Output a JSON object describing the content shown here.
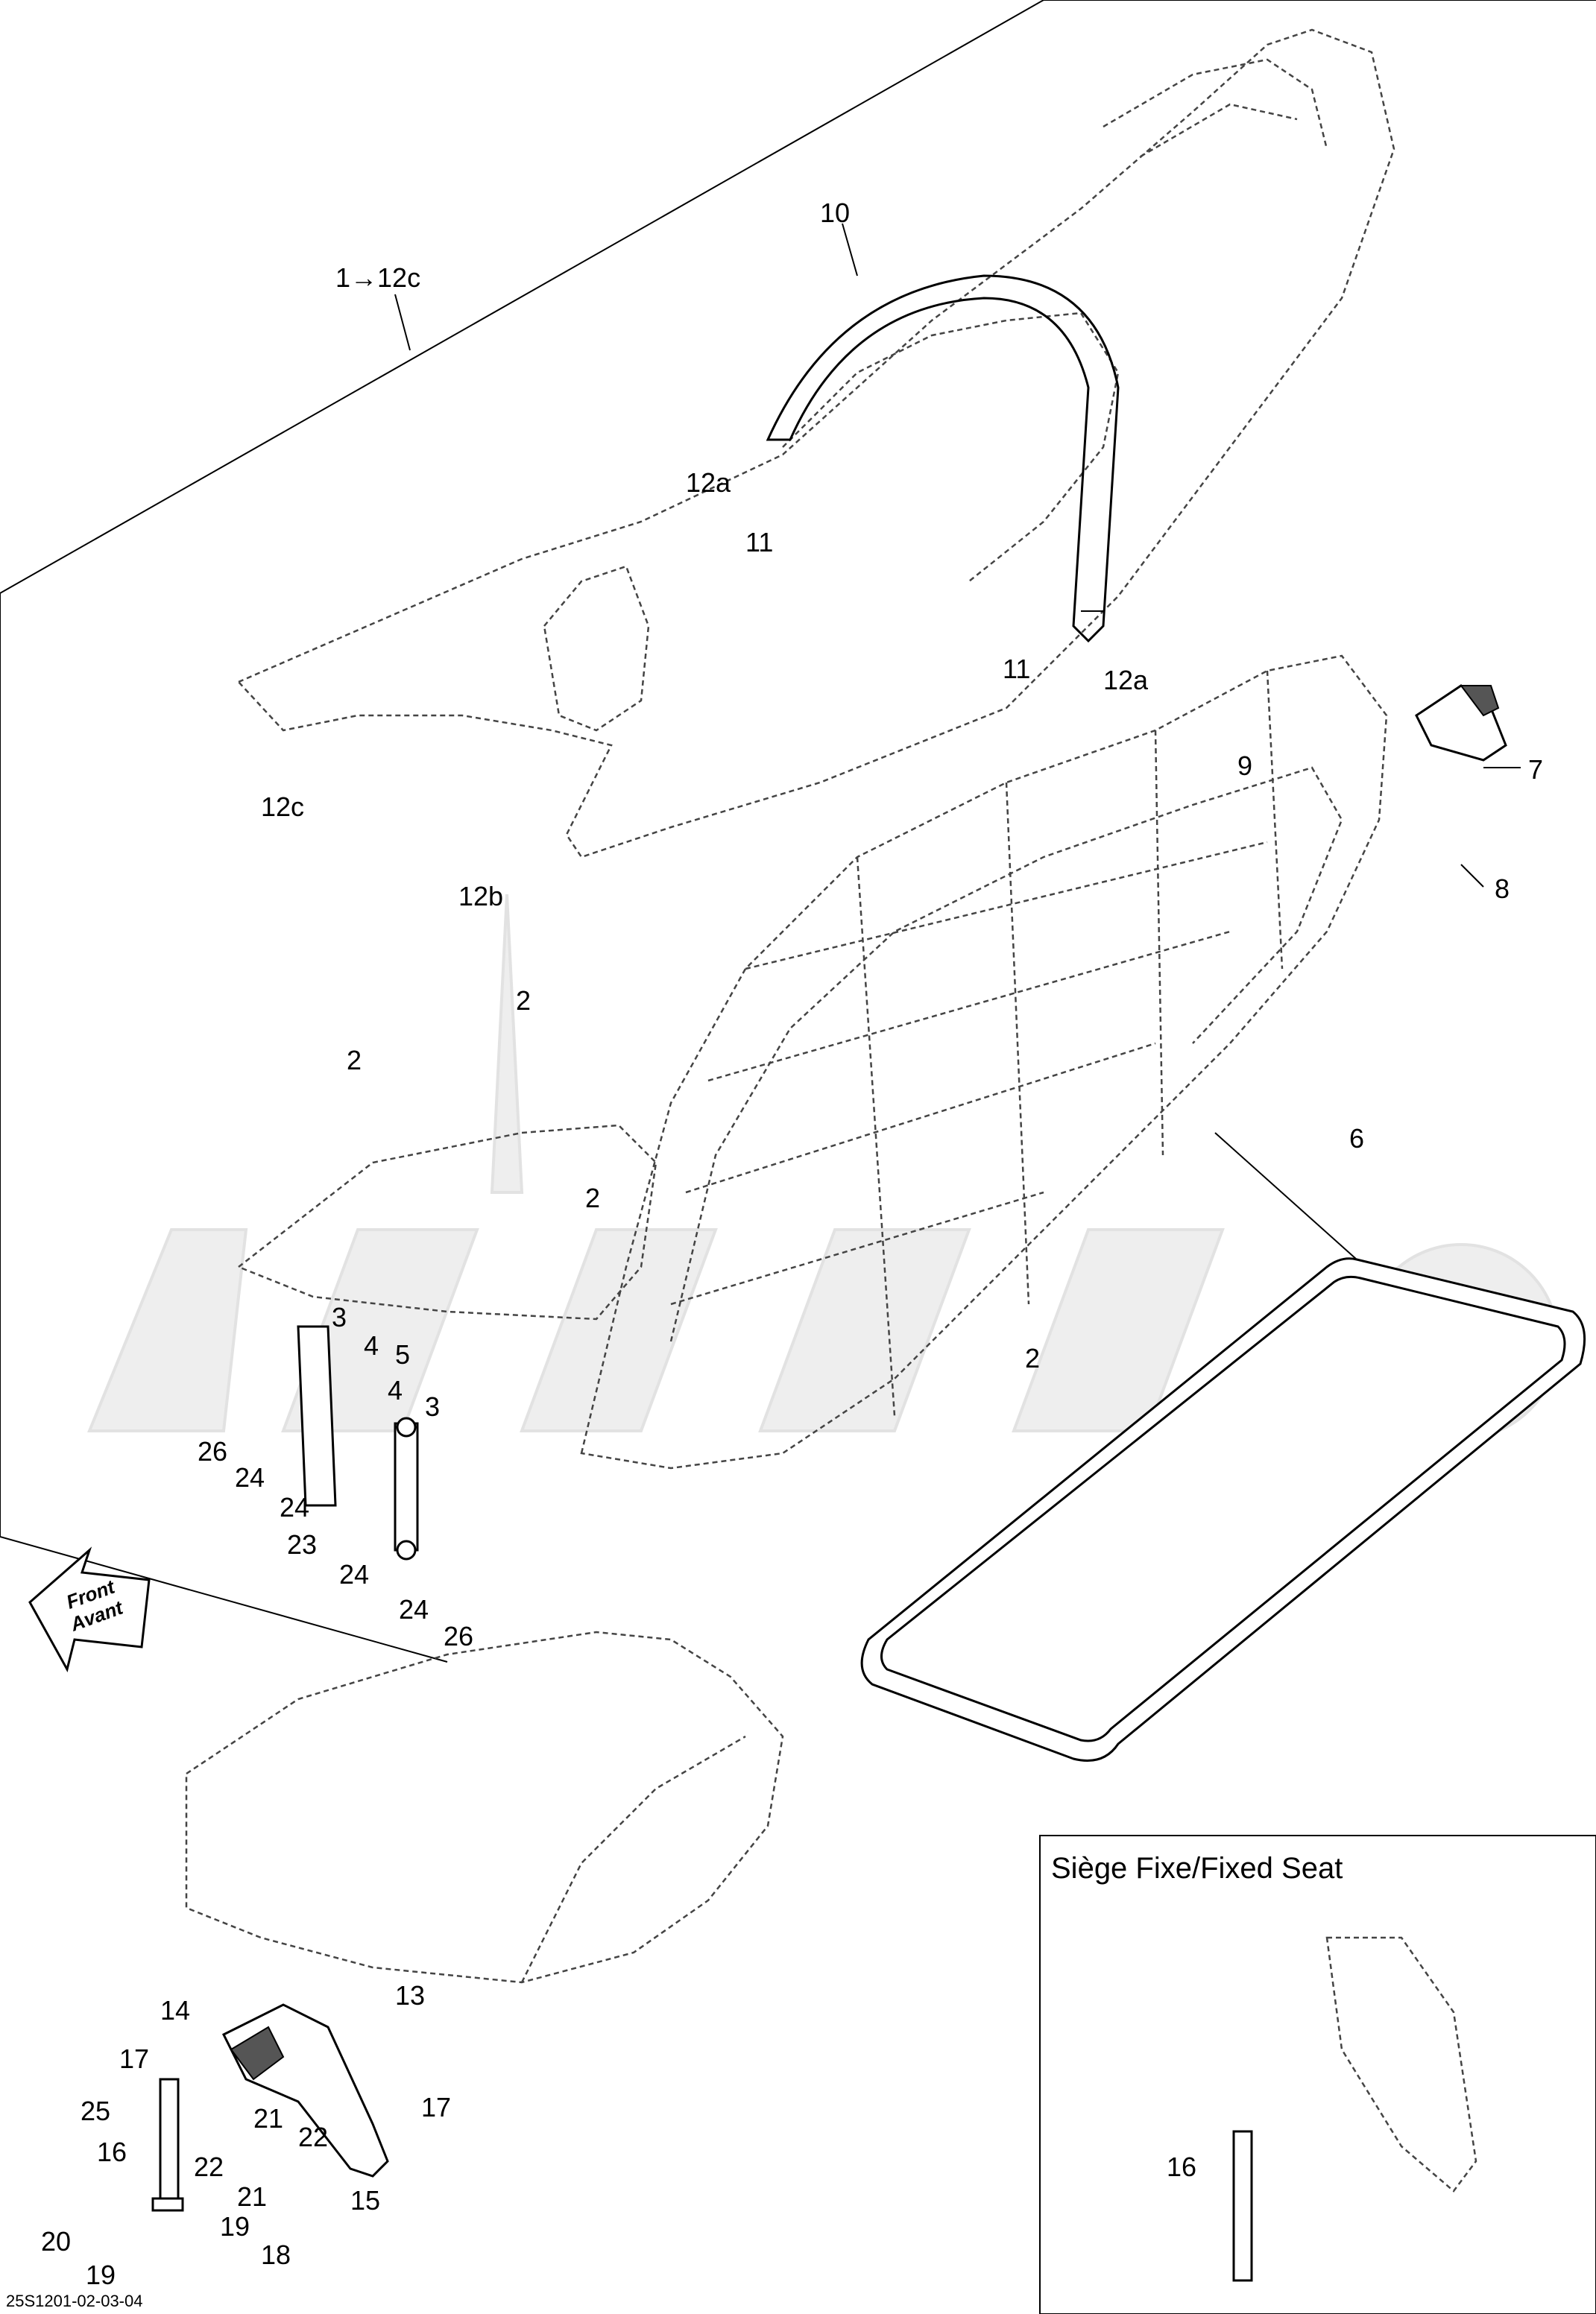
{
  "callouts": {
    "c1_12c": "1→12c",
    "c10": "10",
    "c12a_top": "12a",
    "c11_top": "11",
    "c11_right": "11",
    "c12a_right": "12a",
    "c9": "9",
    "c7": "7",
    "c8": "8",
    "c12c": "12c",
    "c12b": "12b",
    "c2_a": "2",
    "c2_b": "2",
    "c2_c": "2",
    "c2_d": "2",
    "c6": "6",
    "c3_a": "3",
    "c3_b": "3",
    "c4_a": "4",
    "c4_b": "4",
    "c5": "5",
    "c26_a": "26",
    "c24_a": "24",
    "c24_b": "24",
    "c23": "23",
    "c24_c": "24",
    "c24_d": "24",
    "c26_b": "26",
    "c14": "14",
    "c13": "13",
    "c17_a": "17",
    "c25": "25",
    "c21_a": "21",
    "c22_a": "22",
    "c17_b": "17",
    "c16": "16",
    "c22_b": "22",
    "c21_b": "21",
    "c15": "15",
    "c20": "20",
    "c19_a": "19",
    "c19_b": "19",
    "c18": "18",
    "c16_inset": "16"
  },
  "inset_title": "Siège Fixe/Fixed Seat",
  "direction_arrow": {
    "line1": "Front",
    "line2": "Avant"
  },
  "reference_code": "25S1201-02-03-04"
}
